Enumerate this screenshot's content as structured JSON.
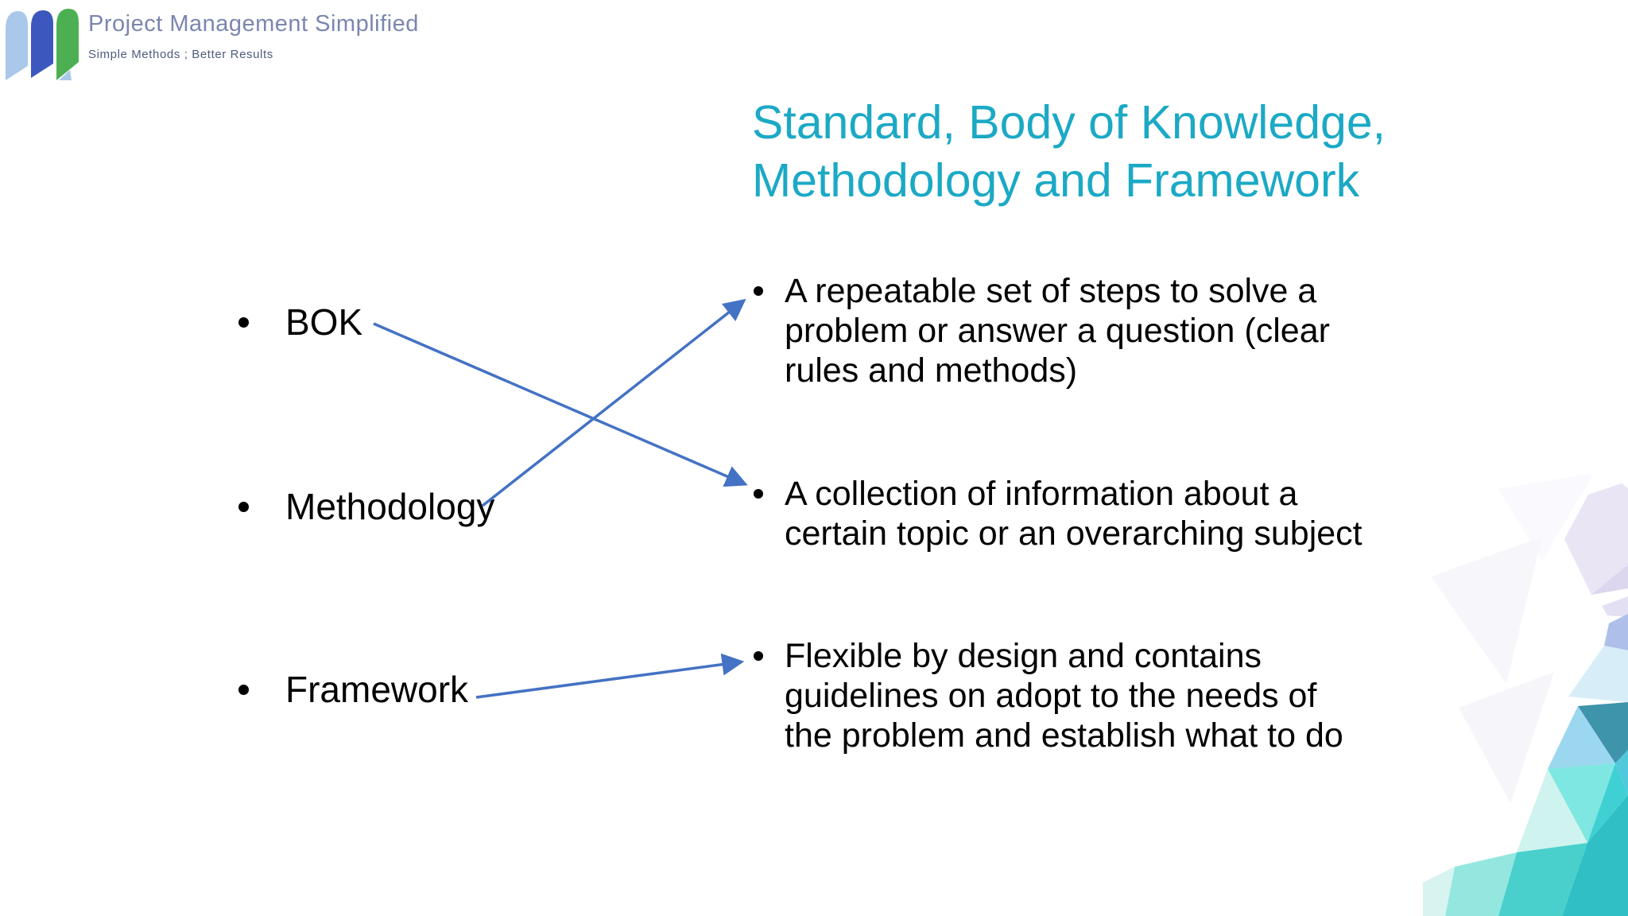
{
  "logo": {
    "title": "Project Management Simplified",
    "tagline": "Simple Methods ; Better Results",
    "icon": "three-leaf-logo"
  },
  "title": {
    "text": "Standard, Body of Knowledge,\nMethodology and Framework"
  },
  "terms": [
    {
      "label": "BOK"
    },
    {
      "label": "Methodology"
    },
    {
      "label": "Framework"
    }
  ],
  "definitions": [
    {
      "text": "A repeatable set of steps to solve a\nproblem or answer a question (clear\nrules and methods)"
    },
    {
      "text": "A collection of information about a\ncertain topic or an overarching subject"
    },
    {
      "text": "Flexible by design and contains\nguidelines on adopt to the needs of\nthe problem and establish what to do"
    }
  ],
  "connections": [
    {
      "from": "BOK",
      "to_definition_index": 1
    },
    {
      "from": "Methodology",
      "to_definition_index": 0
    },
    {
      "from": "Framework",
      "to_definition_index": 2
    }
  ],
  "colors": {
    "title": "#1ba9c5",
    "arrow": "#4472c4",
    "body_text": "#000000",
    "logo_text": "#7b86af",
    "logo_tagline": "#4d5c7e",
    "logo_light_blue": "#a9c8ea",
    "logo_dark_blue": "#3c58bf",
    "logo_green": "#4cb052",
    "decoration_teal": "#3e94aa",
    "decoration_turquoise": "#2fbfc5",
    "decoration_lavender": "#e9e5f5"
  }
}
